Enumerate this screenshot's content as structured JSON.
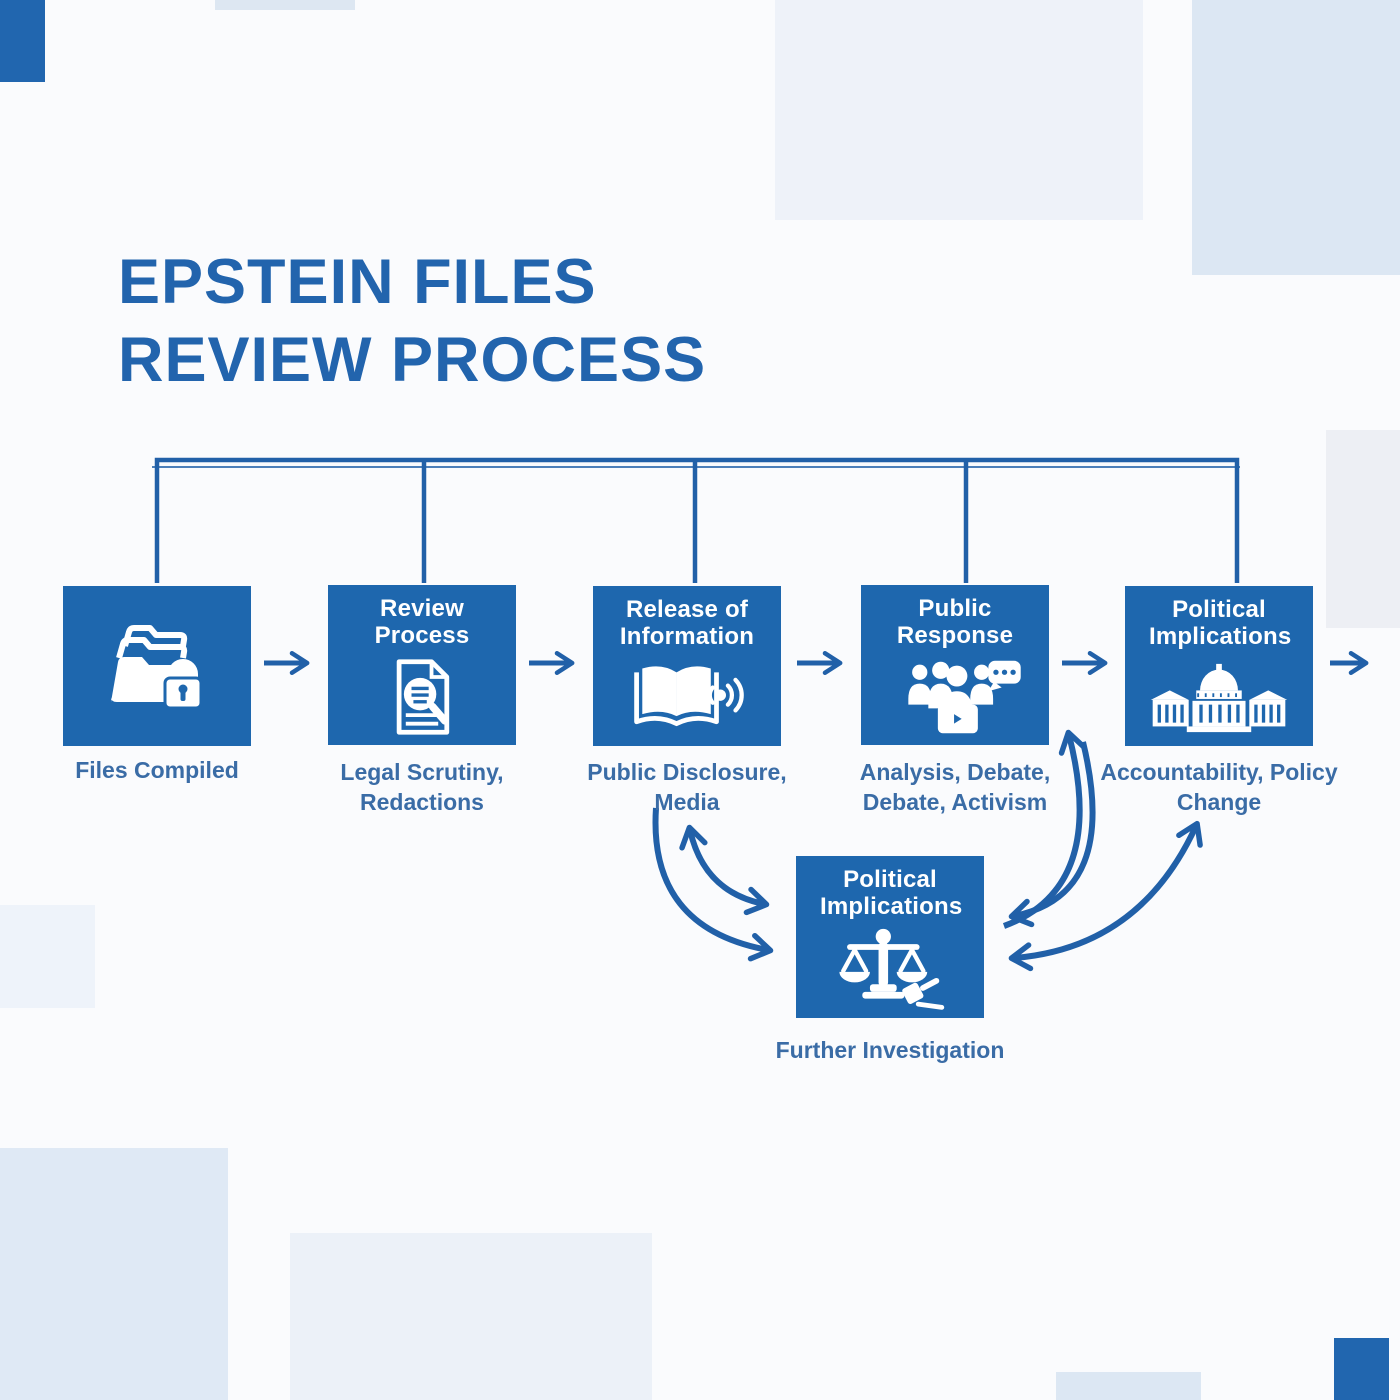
{
  "theme": {
    "bg": "#fafbfd",
    "box_blue": "#1e67ae",
    "accent_blue": "#2264ad",
    "caption_blue": "#3a6ca6",
    "arrow_blue": "#2160a8",
    "decor_dark_blue": "#2166af",
    "decor_light_blue": "#dce7f3",
    "decor_faint_blue": "#edf1f8"
  },
  "title": {
    "line1": "EPSTEIN FILES",
    "line2": "REVIEW PROCESS"
  },
  "flow": {
    "stages": [
      {
        "label": "",
        "caption": "Files Compiled",
        "icon": "locked-folders-icon"
      },
      {
        "label": "Review Process",
        "caption": "Legal Scrutiny, Redactions",
        "icon": "document-magnifier-icon"
      },
      {
        "label": "Release of Information",
        "caption": "Public Disclosure, Media",
        "icon": "open-book-broadcast-icon"
      },
      {
        "label": "Public Response",
        "caption": "Analysis, Debate, Debate, Activism",
        "icon": "crowd-discussion-icon"
      },
      {
        "label": "Political Implications",
        "caption": "Accountability, Policy Change",
        "icon": "capitol-building-icon"
      }
    ],
    "side_stage": {
      "label": "Political Implications",
      "caption": "Further Investigation",
      "icon": "justice-scales-gavel-icon"
    }
  }
}
